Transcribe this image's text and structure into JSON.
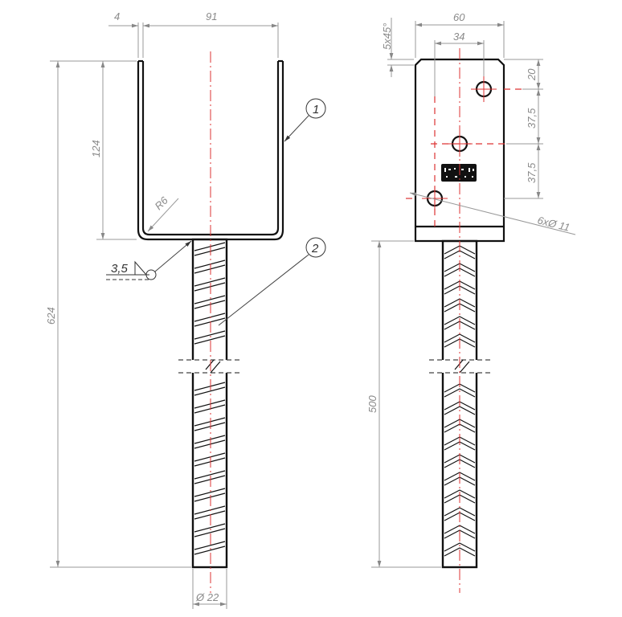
{
  "drawing": {
    "type": "technical-drawing",
    "subject": "U-shaped post anchor with threaded rebar spike",
    "line_colors": {
      "outline": "#111111",
      "dimension": "#999999",
      "center_axis": "#dd3333"
    },
    "front_view": {
      "dimensions": {
        "wall_thickness": "4",
        "inner_width": "91",
        "bracket_height": "124",
        "total_height": "624",
        "bend_radius": "R6",
        "weld_size": "3,5",
        "rod_diameter": "Ø 22"
      },
      "balloons": [
        "1",
        "2"
      ]
    },
    "side_view": {
      "dimensions": {
        "chamfer": "5x45°",
        "plate_width": "60",
        "hole_offset": "34",
        "top_to_hole": "20",
        "hole_spacing_1": "37,5",
        "hole_spacing_2": "37,5",
        "holes": "6xØ 11",
        "rod_length": "500"
      }
    }
  }
}
